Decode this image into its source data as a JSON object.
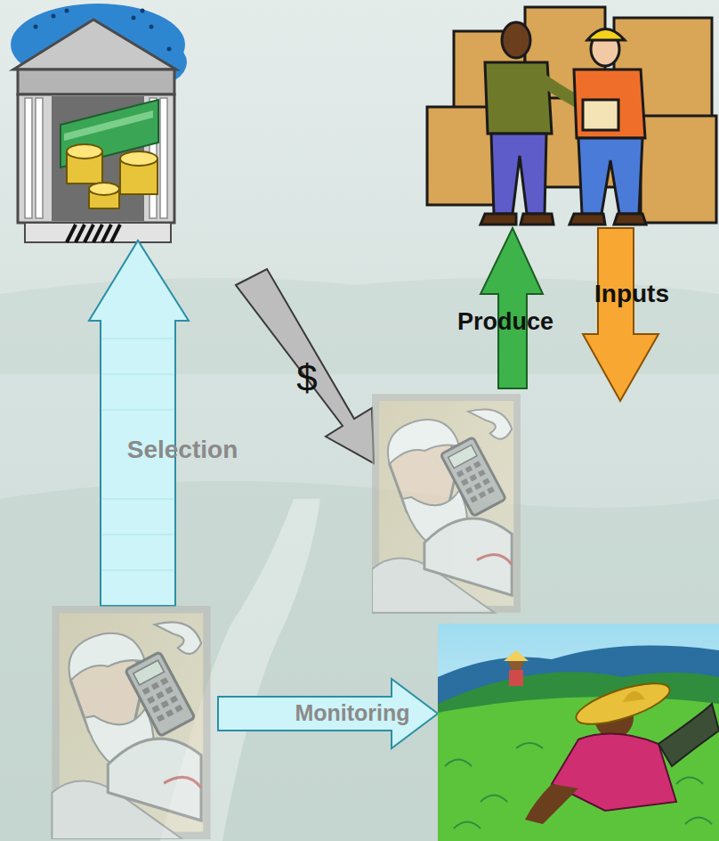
{
  "diagram": {
    "labels": [
      "Inputs",
      "Produce",
      "$",
      "Selection",
      "Monitoring"
    ]
  }
}
